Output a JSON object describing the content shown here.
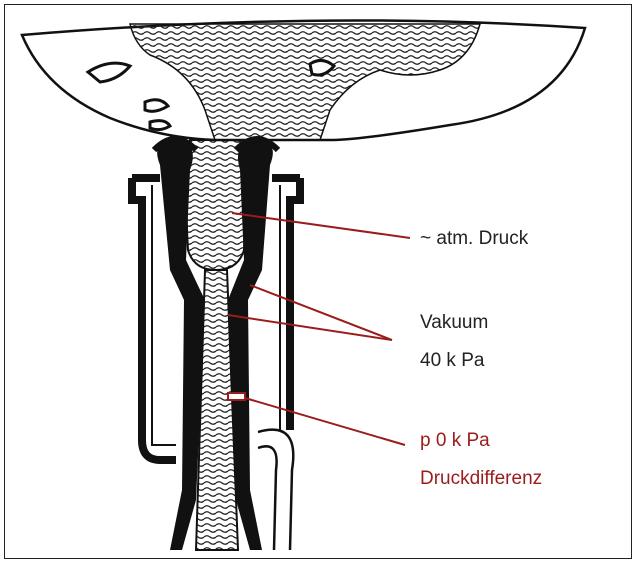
{
  "labels": {
    "atm_pressure": "~ atm. Druck",
    "vacuum": "Vakuum",
    "vacuum_value": "40 k Pa",
    "pressure_value": "p 0 k Pa",
    "pressure_difference": "Druckdifferenz"
  },
  "colors": {
    "leader_line": "#9b1c1c",
    "outline": "#111111",
    "highlight_text": "#9b1c1c"
  }
}
